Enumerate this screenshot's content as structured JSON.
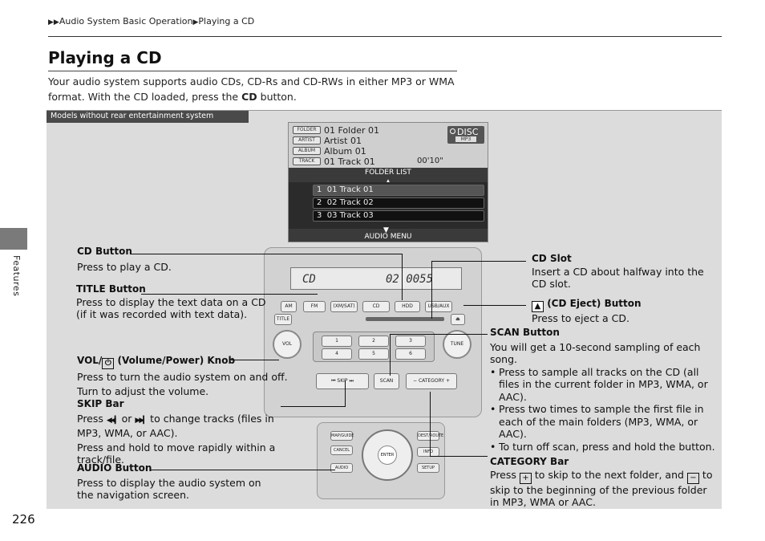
{
  "breadcrumb": {
    "section": "Audio System Basic Operation",
    "page": "Playing a CD"
  },
  "side": {
    "label": "Features"
  },
  "title": "Playing a CD",
  "intro": {
    "text_before": "Your audio system supports audio CDs, CD-Rs and CD-RWs in either MP3 or WMA format. With the CD loaded, press the ",
    "bold": "CD",
    "text_after": " button."
  },
  "figure": {
    "tag": "Models without rear entertainment system",
    "screen": {
      "folder_tag": "FOLDER",
      "folder_value": "01 Folder 01",
      "artist_tag": "ARTIST",
      "artist_value": "Artist 01",
      "album_tag": "ALBUM",
      "album_value": "Album 01",
      "track_tag": "TRACK",
      "track_value": "01 Track 01",
      "time": "00'10\"",
      "disc_label": "DISC",
      "disc_sub": "MP3",
      "folder_list": "FOLDER LIST",
      "tracks": [
        {
          "num": "1",
          "label": "01 Track 01"
        },
        {
          "num": "2",
          "label": "02 Track 02"
        },
        {
          "num": "3",
          "label": "03 Track 03"
        }
      ],
      "audio_menu": "AUDIO MENU"
    },
    "console": {
      "lcd_left": "CD",
      "lcd_right": "02  0055",
      "buttons": [
        "AM",
        "FM",
        "(XM/SAT)",
        "CD",
        "HDD",
        "USB/AUX"
      ],
      "title_label": "TITLE",
      "vol_label": "VOL",
      "tune_label": "TUNE",
      "presets": [
        "1",
        "2",
        "3",
        "4",
        "5",
        "6"
      ],
      "skip_label": "SKIP",
      "scan_label": "SCAN",
      "category_label": "CATEGORY",
      "lower": {
        "map_guide": "MAP/GUIDE",
        "cancel": "CANCEL",
        "audio": "AUDIO",
        "dest_route": "DEST/ROUTE",
        "info": "INFO",
        "setup": "SETUP",
        "enter": "ENTER"
      }
    }
  },
  "notes": {
    "cd_button": {
      "head": "CD Button",
      "body": "Press to play a CD."
    },
    "title_button": {
      "head": "TITLE Button",
      "body": "Press to display the text data on a CD (if it was recorded with text data)."
    },
    "vol_knob": {
      "head_before": "VOL/",
      "head_after": " (Volume/Power) Knob",
      "line1": "Press to turn the audio system on and off.",
      "line2": "Turn to adjust the volume."
    },
    "skip_bar": {
      "head": "SKIP Bar",
      "press": "Press",
      "or": "or",
      "after": "to change tracks (files in MP3, WMA, or AAC).",
      "line2": "Press and hold to move rapidly within a track/file."
    },
    "audio_button": {
      "head": "AUDIO Button",
      "body": "Press to display the audio system on the navigation screen."
    },
    "cd_slot": {
      "head": "CD Slot",
      "body": "Insert a CD about halfway into the CD slot."
    },
    "cd_eject": {
      "head": "(CD Eject) Button",
      "body": "Press to eject a CD."
    },
    "scan_button": {
      "head": "SCAN Button",
      "body": "You will get a 10-second sampling of each song.",
      "bullets": [
        "Press to sample all tracks on the CD (all files in the current folder in MP3, WMA, or AAC).",
        "Press two times to sample the first file in each of the main folders (MP3, WMA, or AAC).",
        "To turn off scan, press and hold the button."
      ]
    },
    "category_bar": {
      "head": "CATEGORY Bar",
      "press": "Press",
      "mid": "to skip to the next folder, and",
      "after": "to skip to the beginning of the previous folder in MP3, WMA or AAC."
    }
  },
  "page_number": "226"
}
